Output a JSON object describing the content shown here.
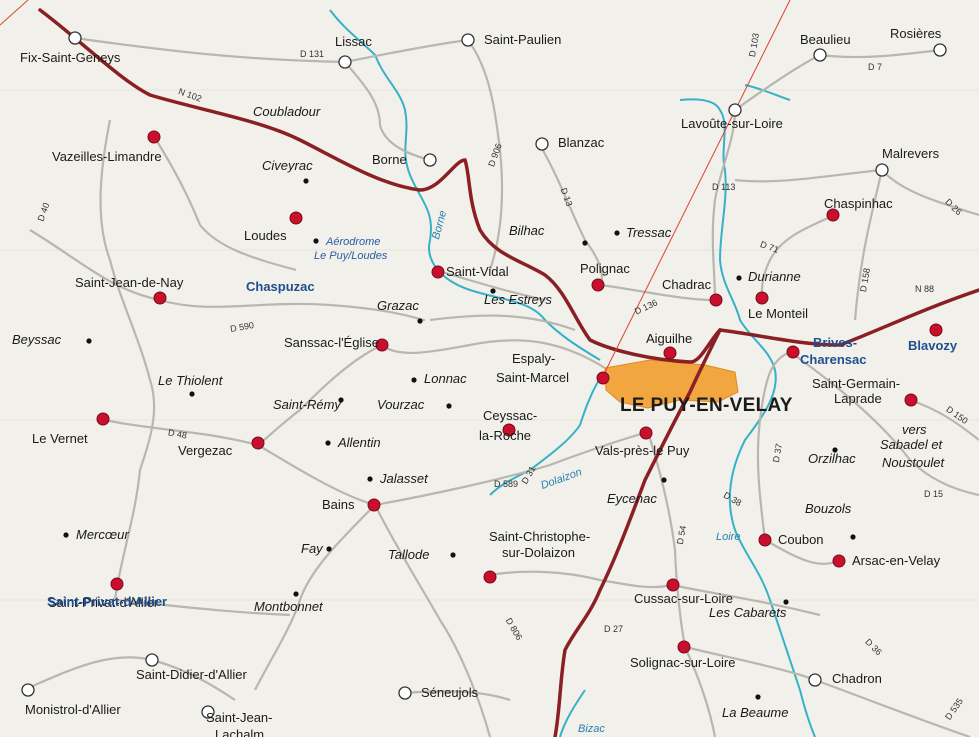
{
  "map": {
    "colors": {
      "background": "#f1f0ea",
      "main_road": "#8a1f24",
      "secondary_road": "#b8b6ae",
      "river": "#36b1c8",
      "town_dot": "#c8102e",
      "village": "#ffffff",
      "urban_area": "#f2a640",
      "region_label": "#1f4f8f",
      "pointer_line": "#d9452c"
    },
    "city": "LE PUY-EN-VELAY",
    "towns": [
      "Vazeilles-Limandre",
      "Loudes",
      "Saint-Jean-de-Nay",
      "Saint-Vidal",
      "Polignac",
      "Sanssac-l'Église",
      "Le Vernet",
      "Vergezac",
      "Bains",
      "Saint-Privat-d'Allier",
      "Espaly-",
      "Saint-Marcel",
      "Aiguilhe",
      "Chadrac",
      "Le Monteil",
      "Brives-",
      "Charensac",
      "Blavozy",
      "Chaspinhac",
      "Saint-Germain-",
      "Laprade",
      "Ceyssac-",
      "la-Roche",
      "Vals-près-le Puy",
      "Saint-Christophe-",
      "sur-Dolaizon",
      "Cussac-sur-Loire",
      "Solignac-sur-Loire",
      "Coubon",
      "Arsac-en-Velay"
    ],
    "villages": [
      "Fix-Saint-Geneys",
      "Lissac",
      "Saint-Paulien",
      "Borne",
      "Blanzac",
      "Lavoûte-sur-Loire",
      "Beaulieu",
      "Rosières",
      "Malrevers",
      "Saint-Didier-d'Allier",
      "Monistrol-d'Allier",
      "Séneujols",
      "Chadron",
      "Saint-Jean-",
      "Lachalm"
    ],
    "localities": [
      "Coubladour",
      "Civeyrac",
      "Bilhac",
      "Tressac",
      "Durianne",
      "Grazac",
      "Les Estreys",
      "Beyssac",
      "Le Thiolent",
      "Lonnac",
      "Saint-Rémy",
      "Vourzac",
      "Allentin",
      "Jalasset",
      "Mercœur",
      "Fay",
      "Tallode",
      "Montbonnet",
      "Eycenac",
      "Orzilhac",
      "Bouzols",
      "Les Cabarets",
      "La Beaume"
    ],
    "regions": [
      "Chaspuzac",
      "Brives-",
      "Charensac",
      "Blavozy",
      "Saint-Privat-d'Allier"
    ],
    "airport": [
      "Aérodrome",
      "Le Puy/Loudes"
    ],
    "rivers": [
      "Borne",
      "Loire",
      "Dolaizon",
      "Bizac"
    ],
    "roads": [
      "N 102",
      "D 131",
      "D 906",
      "D 103",
      "D 7",
      "D 13",
      "D 113",
      "D 71",
      "D 26",
      "D 590",
      "D 40",
      "D 136",
      "N 88",
      "D 158",
      "D 48",
      "D 589",
      "D 31",
      "D 37",
      "D 150",
      "D 15",
      "D 38",
      "D 54",
      "D 27",
      "D 806",
      "D 36",
      "D 535"
    ],
    "annotations": [
      "vers",
      "Sabadel et",
      "Noustoulet"
    ]
  }
}
